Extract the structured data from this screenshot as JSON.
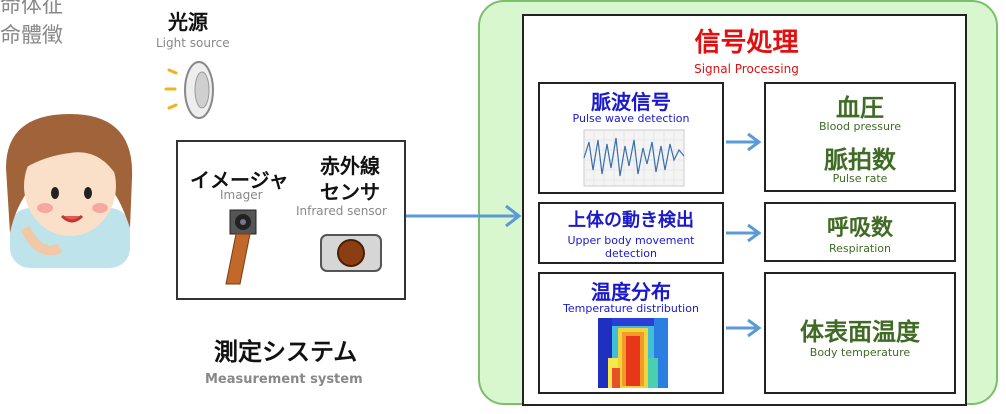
{
  "corner_text": [
    "命体征",
    "命體徵"
  ],
  "light_source": {
    "title": "光源",
    "subtitle": "Light source"
  },
  "imager": {
    "title": "イメージャ",
    "subtitle": "Imager"
  },
  "ir_sensor": {
    "title_line1": "赤外線",
    "title_line2": "センサ",
    "subtitle": "Infrared sensor"
  },
  "measurement_system": {
    "title": "測定システム",
    "subtitle": "Measurement system"
  },
  "signal_processing": {
    "title": "信号処理",
    "subtitle": "Signal Processing"
  },
  "pulse_wave": {
    "title": "脈波信号",
    "subtitle": "Pulse wave detection"
  },
  "body_movement": {
    "title": "上体の動き検出",
    "subtitle_line1": "Upper body movement",
    "subtitle_line2": "detection"
  },
  "temperature": {
    "title": "温度分布",
    "subtitle": "Temperature distribution"
  },
  "blood_pressure": {
    "title": "血圧",
    "subtitle": "Blood pressure"
  },
  "pulse_rate": {
    "title": "脈拍数",
    "subtitle": "Pulse rate"
  },
  "respiration": {
    "title": "呼吸数",
    "subtitle": "Respiration"
  },
  "body_temperature": {
    "title": "体表面温度",
    "subtitle": "Body  temperature"
  },
  "colors": {
    "red": "#e01010",
    "blue": "#1a1acc",
    "green_text": "#3f6b24",
    "panel_green": "#d9f7cf",
    "arrow": "#5b9bd5"
  }
}
